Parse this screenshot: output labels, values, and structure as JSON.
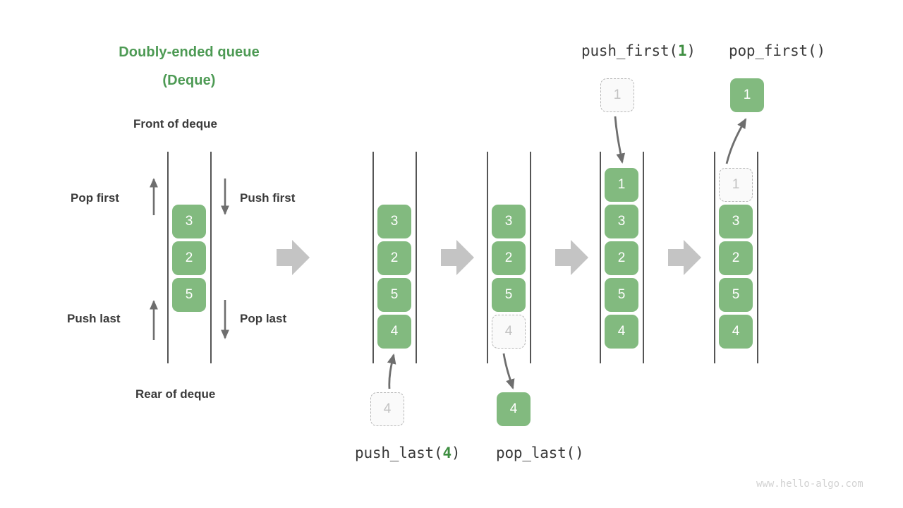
{
  "title": {
    "line1": "Doubly-ended queue",
    "line2": "(Deque)"
  },
  "labels": {
    "front": "Front of deque",
    "rear": "Rear of deque",
    "pop_first": "Pop first",
    "push_first": "Push first",
    "push_last": "Push last",
    "pop_last": "Pop last"
  },
  "operations": {
    "push_last": {
      "name": "push_last(",
      "arg": "4",
      "close": ")"
    },
    "pop_last": {
      "name": "pop_last(",
      "arg": "",
      "close": ")"
    },
    "push_first": {
      "name": "push_first(",
      "arg": "1",
      "close": ")"
    },
    "pop_first": {
      "name": "pop_first(",
      "arg": "",
      "close": ")"
    }
  },
  "colors": {
    "accent_green": "#4d9a54",
    "box_green": "#82ba7f",
    "ghost_fill": "#fafafa",
    "ghost_border": "#b6b6b6",
    "rail": "#555555",
    "arrow_gray": "#6e6e6e",
    "chevron_gray": "#c4c4c4",
    "text_dark": "#3a3a3a",
    "watermark": "#d2d2d2"
  },
  "stacks": [
    {
      "id": "stack-initial-left",
      "values": [
        "3",
        "2",
        "5"
      ],
      "ghosts": []
    },
    {
      "id": "stack-after-push-last",
      "values": [
        "3",
        "2",
        "5",
        "4"
      ],
      "ghosts": []
    },
    {
      "id": "stack-before-pop-last",
      "values": [
        "3",
        "2",
        "5"
      ],
      "ghosts": [
        "4"
      ]
    },
    {
      "id": "stack-after-push-first",
      "values": [
        "1",
        "3",
        "2",
        "5",
        "4"
      ],
      "ghosts": []
    },
    {
      "id": "stack-before-pop-first",
      "values": [
        "3",
        "2",
        "5",
        "4"
      ],
      "ghosts": [
        "1"
      ]
    }
  ],
  "floating_boxes": {
    "push_last_source": {
      "value": "4",
      "style": "ghost"
    },
    "pop_last_result": {
      "value": "4",
      "style": "solid"
    },
    "push_first_source": {
      "value": "1",
      "style": "ghost"
    },
    "pop_first_result": {
      "value": "1",
      "style": "solid"
    }
  },
  "watermark": "www.hello-algo.com"
}
